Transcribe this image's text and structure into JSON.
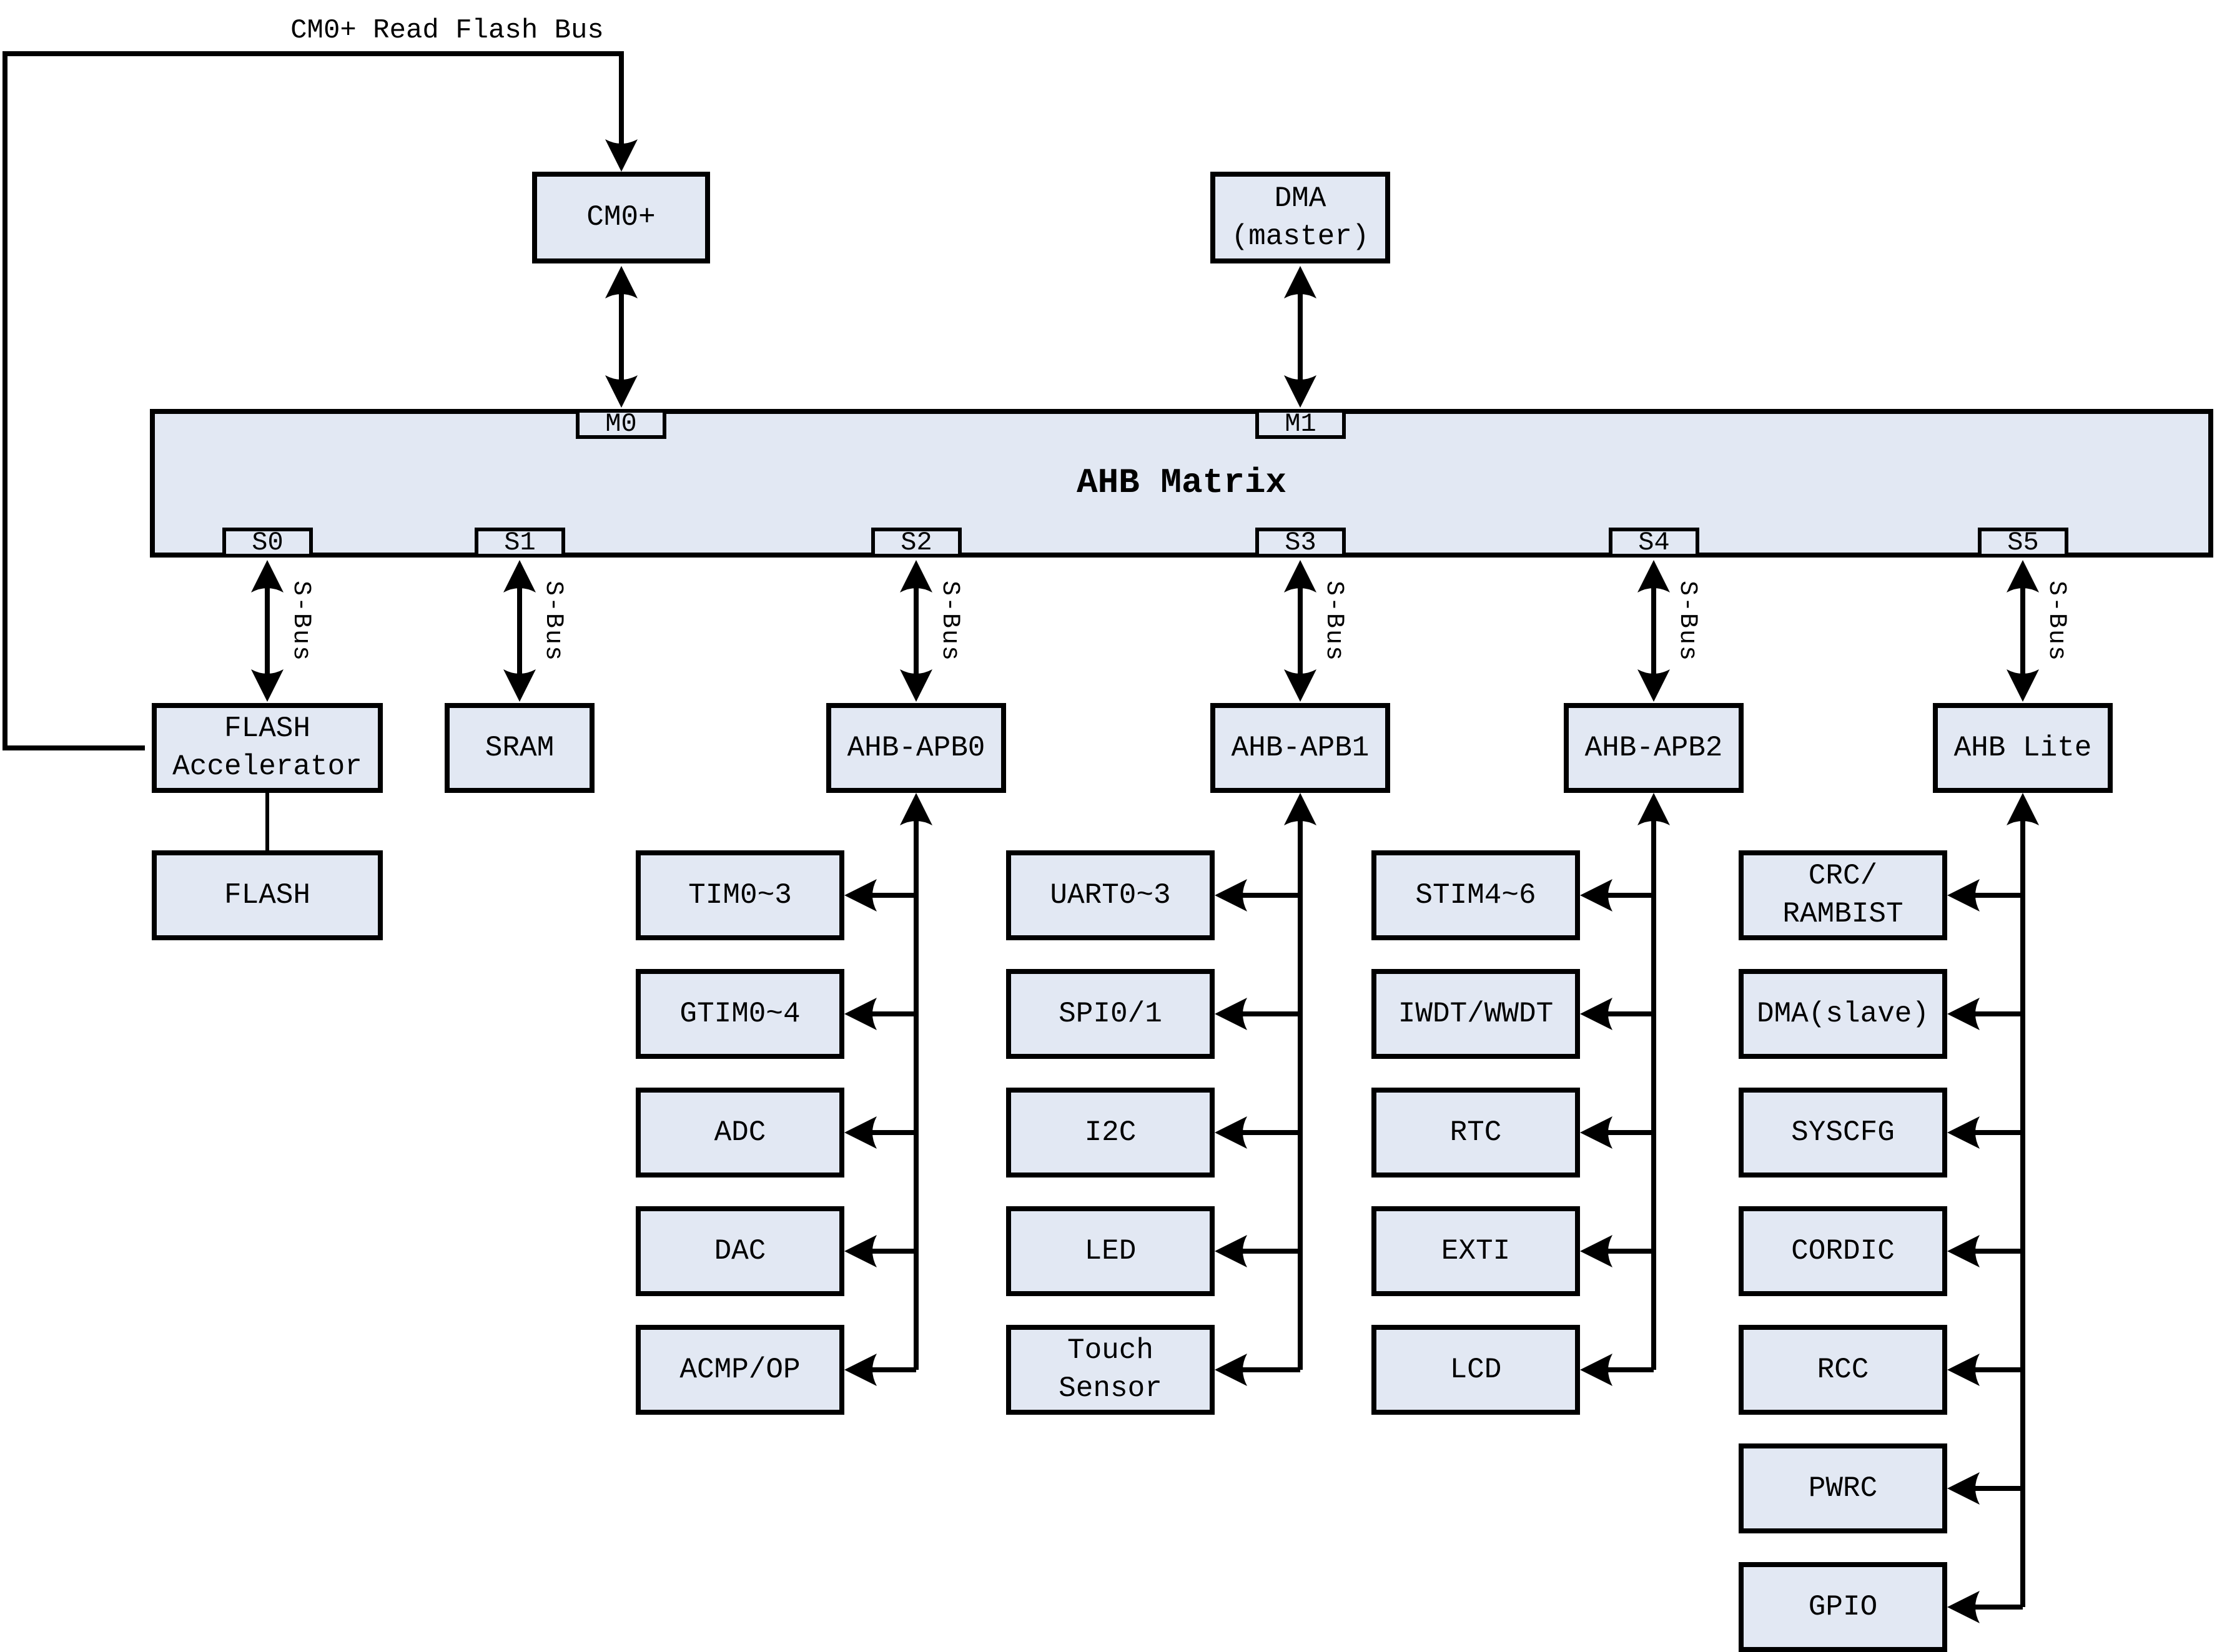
{
  "colors": {
    "box_fill": "#e2e8f3",
    "line": "#000000",
    "background": "#ffffff"
  },
  "top_bus": {
    "label": "CM0+ Read Flash Bus"
  },
  "masters": {
    "cm0": {
      "label": "CM0+"
    },
    "dma": {
      "label": "DMA\n(master)"
    }
  },
  "ahb_matrix": {
    "title": "AHB Matrix",
    "master_ports": {
      "m0": "M0",
      "m1": "M1"
    },
    "slave_ports": {
      "s0": "S0",
      "s1": "S1",
      "s2": "S2",
      "s3": "S3",
      "s4": "S4",
      "s5": "S5"
    },
    "sbus_label": "S-Bus"
  },
  "memories": {
    "flash_accelerator": {
      "label": "FLASH\nAccelerator"
    },
    "flash": {
      "label": "FLASH"
    },
    "sram": {
      "label": "SRAM"
    }
  },
  "bridges": {
    "apb0": {
      "label": "AHB-APB0"
    },
    "apb1": {
      "label": "AHB-APB1"
    },
    "apb2": {
      "label": "AHB-APB2"
    },
    "ahb_lite": {
      "label": "AHB Lite"
    }
  },
  "peripherals": {
    "apb0": [
      {
        "label": "TIM0~3"
      },
      {
        "label": "GTIM0~4"
      },
      {
        "label": "ADC"
      },
      {
        "label": "DAC"
      },
      {
        "label": "ACMP/OP"
      }
    ],
    "apb1": [
      {
        "label": "UART0~3"
      },
      {
        "label": "SPI0/1"
      },
      {
        "label": "I2C"
      },
      {
        "label": "LED"
      },
      {
        "label": "Touch\nSensor"
      }
    ],
    "apb2": [
      {
        "label": "STIM4~6"
      },
      {
        "label": "IWDT/WWDT"
      },
      {
        "label": "RTC"
      },
      {
        "label": "EXTI"
      },
      {
        "label": "LCD"
      }
    ],
    "ahb_lite": [
      {
        "label": "CRC/\nRAMBIST"
      },
      {
        "label": "DMA(slave)"
      },
      {
        "label": "SYSCFG"
      },
      {
        "label": "CORDIC"
      },
      {
        "label": "RCC"
      },
      {
        "label": "PWRC"
      },
      {
        "label": "GPIO"
      }
    ]
  }
}
